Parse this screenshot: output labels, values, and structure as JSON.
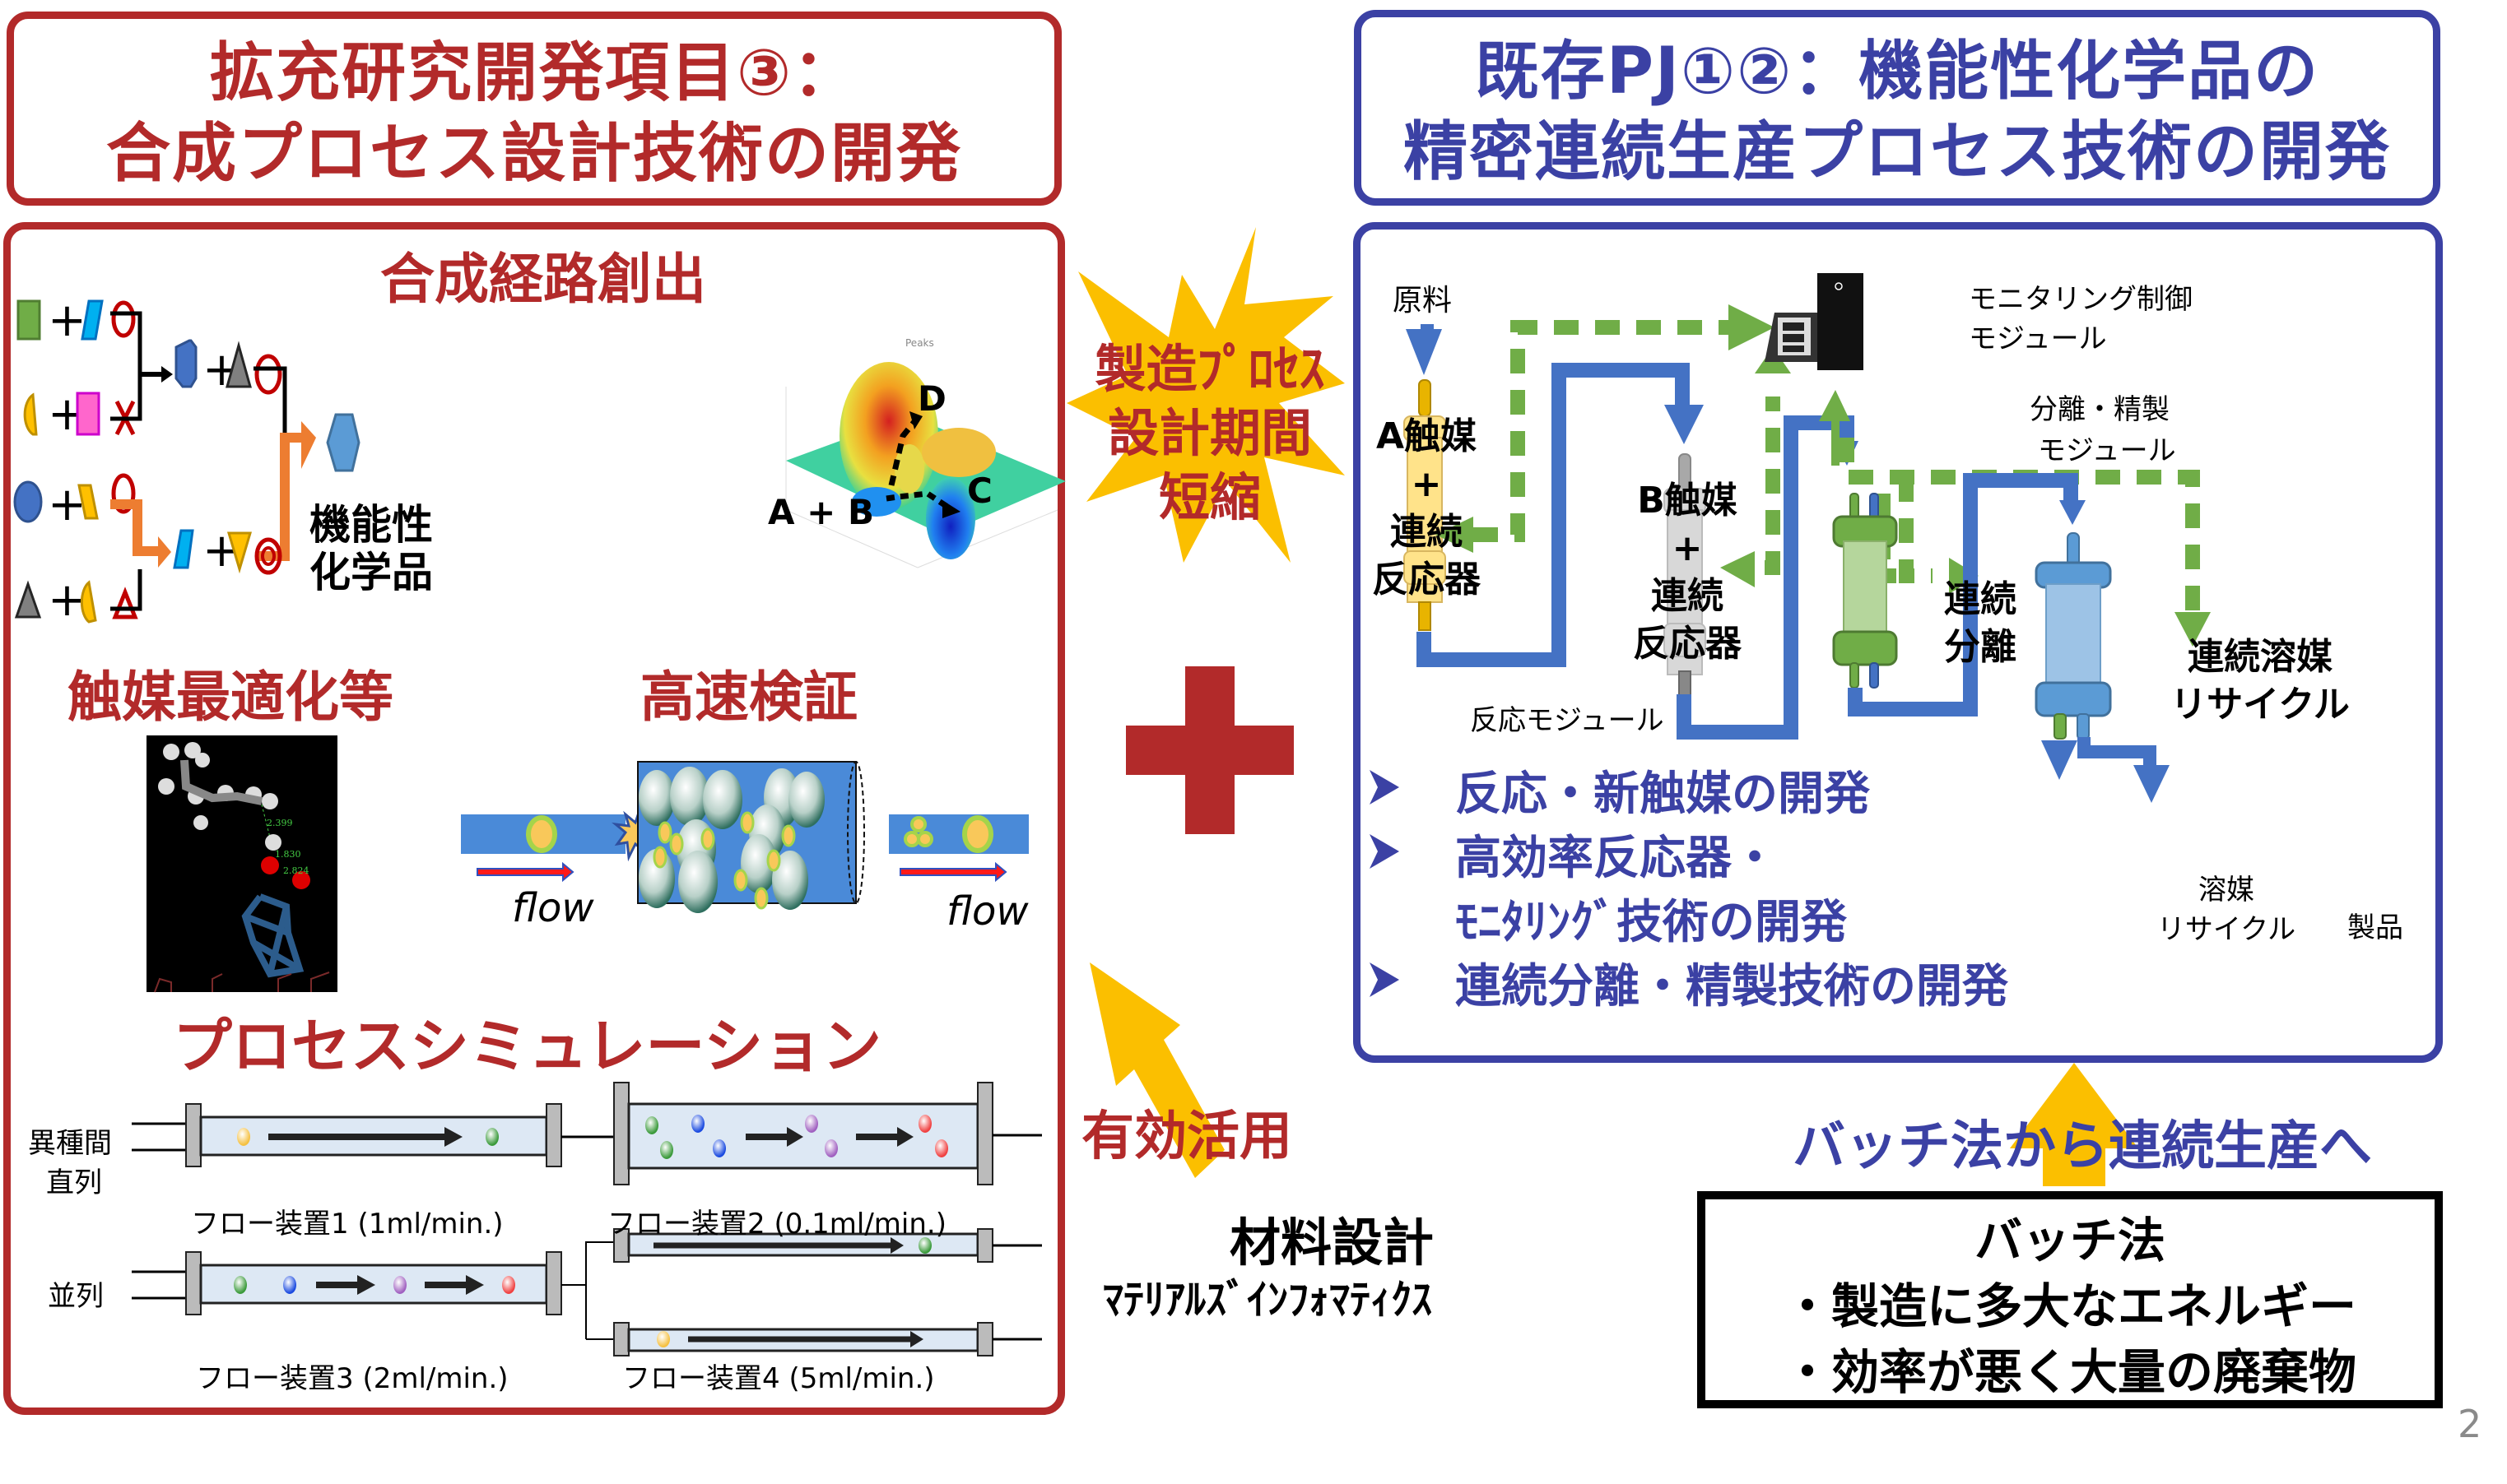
{
  "left_header": {
    "line1": "拡充研究開発項目③：",
    "line2": "合成プロセス設計技術の開発"
  },
  "right_header": {
    "line1": "既存PJ①②：機能性化学品の",
    "line2": "精密連続生産プロセス技術の開発"
  },
  "left_panel": {
    "route_title": "合成経路創出",
    "product_label_line1": "機能性",
    "product_label_line2": "化学品",
    "surface_plot": {
      "title": "Peaks",
      "label_a_b": "A + B",
      "label_c": "C",
      "label_d": "D"
    },
    "catalyst_title": "触媒最適化等",
    "molecule_distances": [
      "2.399",
      "1.830",
      "2.824"
    ],
    "verify_title": "高速検証",
    "flow_left": "flow",
    "flow_right": "flow",
    "sim_title": "プロセスシミュレーション",
    "series_label_line1": "異種間",
    "series_label_line2": "直列",
    "parallel_label": "並列",
    "device1": "フロー装置1 (1ml/min.)",
    "device2": "フロー装置2 (0.1ml/min.)",
    "device3": "フロー装置3 (2ml/min.)",
    "device4": "フロー装置4 (5ml/min.)"
  },
  "center": {
    "burst_line1": "製造ﾌﾟﾛｾｽ",
    "burst_line2": "設計期間",
    "burst_line3": "短縮",
    "effective_use": "有効活用",
    "material_design": "材料設計",
    "materials_informatics": "ﾏﾃﾘｱﾙｽﾞｲﾝﾌｫﾏﾃｨｸｽ"
  },
  "right_panel": {
    "raw_material": "原料",
    "reactor_a_line1": "A触媒",
    "reactor_a_plus": "+",
    "reactor_a_line2": "連続",
    "reactor_a_line3": "反応器",
    "reactor_b_line1": "B触媒",
    "reactor_b_plus": "+",
    "reactor_b_line2": "連続",
    "reactor_b_line3": "反応器",
    "reaction_module": "反応モジュール",
    "monitor_label_line1": "モニタリング制御",
    "monitor_label_line2": "モジュール",
    "sep_module_line1": "分離・精製",
    "sep_module_line2": "モジュール",
    "separation_line1": "連続",
    "separation_line2": "分離",
    "recycle_line1": "連続溶媒",
    "recycle_line2": "リサイクル",
    "out_solvent_line1": "溶媒",
    "out_solvent_line2": "リサイクル",
    "out_product": "製品",
    "bullets": [
      "反応・新触媒の開発",
      "高効率反応器・",
      "ﾓﾆﾀﾘﾝｸﾞ技術の開発",
      "連続分離・精製技術の開発"
    ]
  },
  "batch": {
    "transition": "バッチ法から連続生産へ",
    "title": "バッチ法",
    "item1": "・製造に多大なエネルギー",
    "item2": "・効率が悪く大量の廃棄物"
  },
  "page_number": "2",
  "colors": {
    "red": "#b22a2a",
    "blue": "#3b41a4",
    "flow_blue": "#4472c4",
    "green": "#70ad47",
    "orange": "#ed7d31",
    "yellow": "#fbbf00"
  }
}
